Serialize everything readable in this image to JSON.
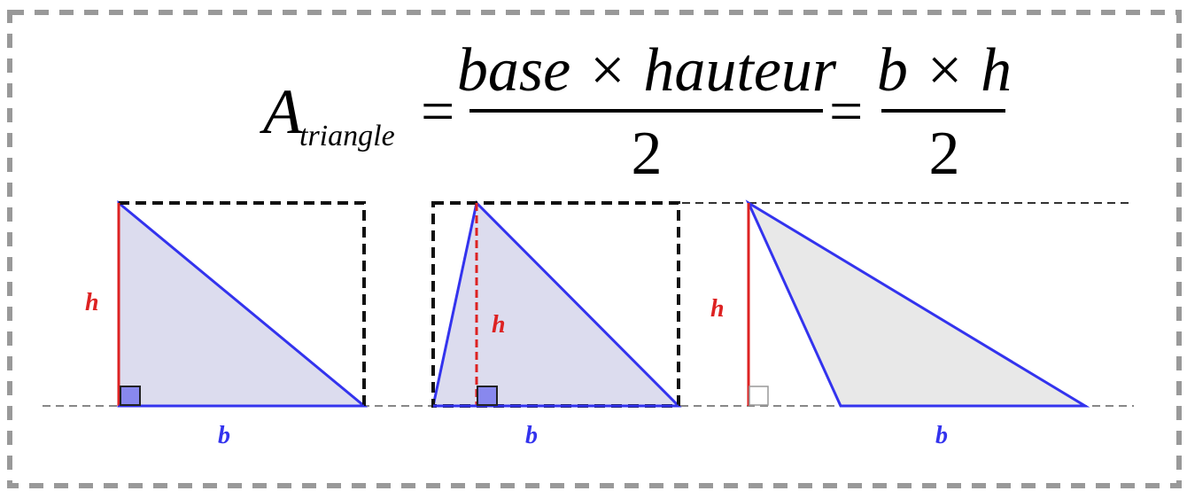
{
  "formula": {
    "lhs_symbol": "A",
    "lhs_subscript": "triangle",
    "equals": "=",
    "frac1_numerator": "base × hauteur",
    "frac1_denominator": "2",
    "frac2_numerator": "b × h",
    "frac2_denominator": "2"
  },
  "figures": [
    {
      "type": "right-triangle",
      "height_label": "h",
      "base_label": "b"
    },
    {
      "type": "acute-triangle",
      "height_label": "h",
      "base_label": "b"
    },
    {
      "type": "obtuse-triangle",
      "height_label": "h",
      "base_label": "b"
    }
  ],
  "colors": {
    "border": "#999999",
    "triangle_stroke": "#3333ee",
    "triangle_fill_1": "#dcdcee",
    "triangle_fill_2": "#dcdcee",
    "triangle_fill_3": "#e8e8e8",
    "height_line": "#dd2222",
    "right_angle_fill": "#8888ee",
    "dashed_rect": "#111111",
    "baseline": "#888888",
    "text": "#000000"
  }
}
